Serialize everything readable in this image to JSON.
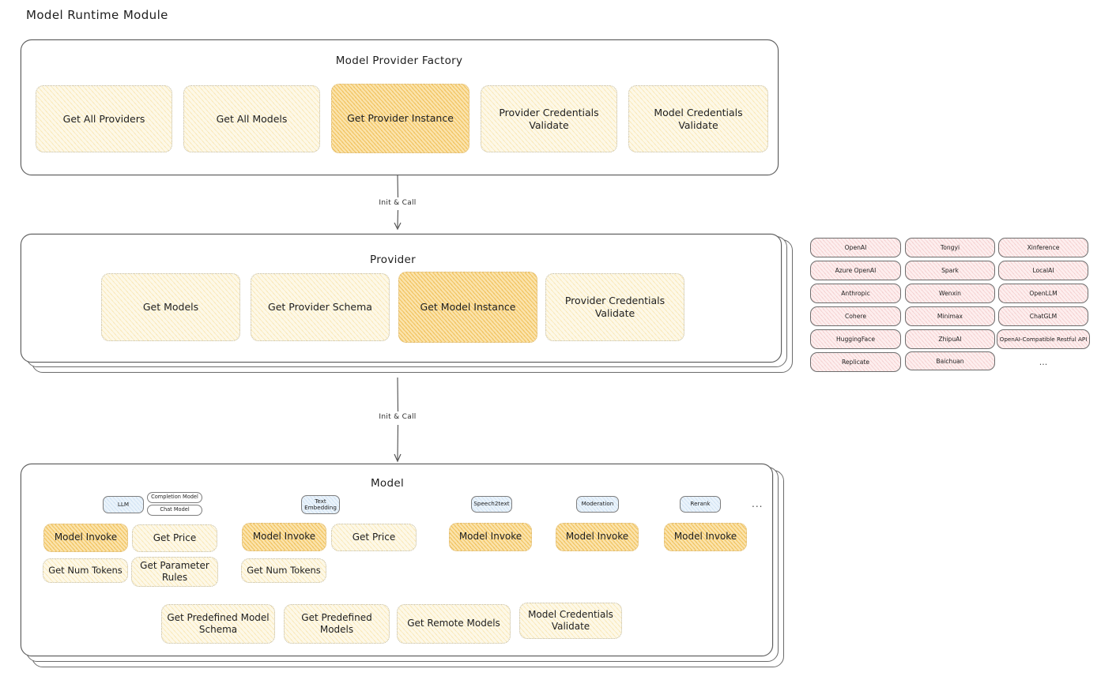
{
  "page": {
    "title": "Model Runtime Module"
  },
  "arrows": [
    {
      "label": "Init & Call"
    },
    {
      "label": "Init & Call"
    }
  ],
  "factory": {
    "title": "Model Provider Factory",
    "boxes": [
      {
        "label": "Get All Providers",
        "emphasis": "light"
      },
      {
        "label": "Get All Models",
        "emphasis": "light"
      },
      {
        "label": "Get Provider Instance",
        "emphasis": "strong"
      },
      {
        "label": "Provider Credentials Validate",
        "emphasis": "light"
      },
      {
        "label": "Model Credentials Validate",
        "emphasis": "light"
      }
    ]
  },
  "provider": {
    "title": "Provider",
    "boxes": [
      {
        "label": "Get Models",
        "emphasis": "light"
      },
      {
        "label": "Get Provider Schema",
        "emphasis": "light"
      },
      {
        "label": "Get Model Instance",
        "emphasis": "strong"
      },
      {
        "label": "Provider Credentials Validate",
        "emphasis": "light"
      }
    ]
  },
  "provider_list": {
    "columns": [
      {
        "items": [
          "OpenAI",
          "Azure OpenAI",
          "Anthropic",
          "Cohere",
          "HuggingFace",
          "Replicate"
        ]
      },
      {
        "items": [
          "Tongyi",
          "Spark",
          "Wenxin",
          "Minimax",
          "ZhipuAI",
          "Baichuan"
        ]
      },
      {
        "items": [
          "Xinference",
          "LocalAI",
          "OpenLLM",
          "ChatGLM",
          "OpenAI-Compatible Restful API"
        ]
      }
    ],
    "more": "..."
  },
  "model": {
    "title": "Model",
    "more": "...",
    "types": [
      {
        "name": "LLM",
        "style": "blue",
        "subtags": [
          "Completion Model",
          "Chat Model"
        ]
      },
      {
        "name": "Text Embedding",
        "style": "blue",
        "subtags": []
      },
      {
        "name": "Speech2text",
        "style": "blue",
        "subtags": []
      },
      {
        "name": "Moderation",
        "style": "blue",
        "subtags": []
      },
      {
        "name": "Rerank",
        "style": "blue",
        "subtags": []
      }
    ],
    "columns": [
      {
        "boxes": [
          {
            "label": "Model Invoke",
            "emphasis": "strong"
          },
          {
            "label": "Get Price",
            "emphasis": "light"
          },
          {
            "label": "Get Num Tokens",
            "emphasis": "light"
          },
          {
            "label": "Get Parameter Rules",
            "emphasis": "light"
          }
        ]
      },
      {
        "boxes": [
          {
            "label": "Model Invoke",
            "emphasis": "strong"
          },
          {
            "label": "Get Price",
            "emphasis": "light"
          },
          {
            "label": "Get Num Tokens",
            "emphasis": "light"
          }
        ]
      },
      {
        "boxes": [
          {
            "label": "Model Invoke",
            "emphasis": "strong"
          }
        ]
      },
      {
        "boxes": [
          {
            "label": "Model Invoke",
            "emphasis": "strong"
          }
        ]
      },
      {
        "boxes": [
          {
            "label": "Model Invoke",
            "emphasis": "strong"
          }
        ]
      }
    ],
    "common_boxes": [
      {
        "label": "Get Predefined Model Schema",
        "emphasis": "light"
      },
      {
        "label": "Get Predefined Models",
        "emphasis": "light"
      },
      {
        "label": "Get Remote Models",
        "emphasis": "light"
      },
      {
        "label": "Model Credentials Validate",
        "emphasis": "light"
      }
    ]
  },
  "colors": {
    "stroke": "#5c5c5c",
    "fill_light": "#fdf8e7",
    "fill_strong": "#fbe3ab",
    "pill_pink": "#fdeeee",
    "tag_blue": "#eaf3fb",
    "background": "#ffffff"
  }
}
